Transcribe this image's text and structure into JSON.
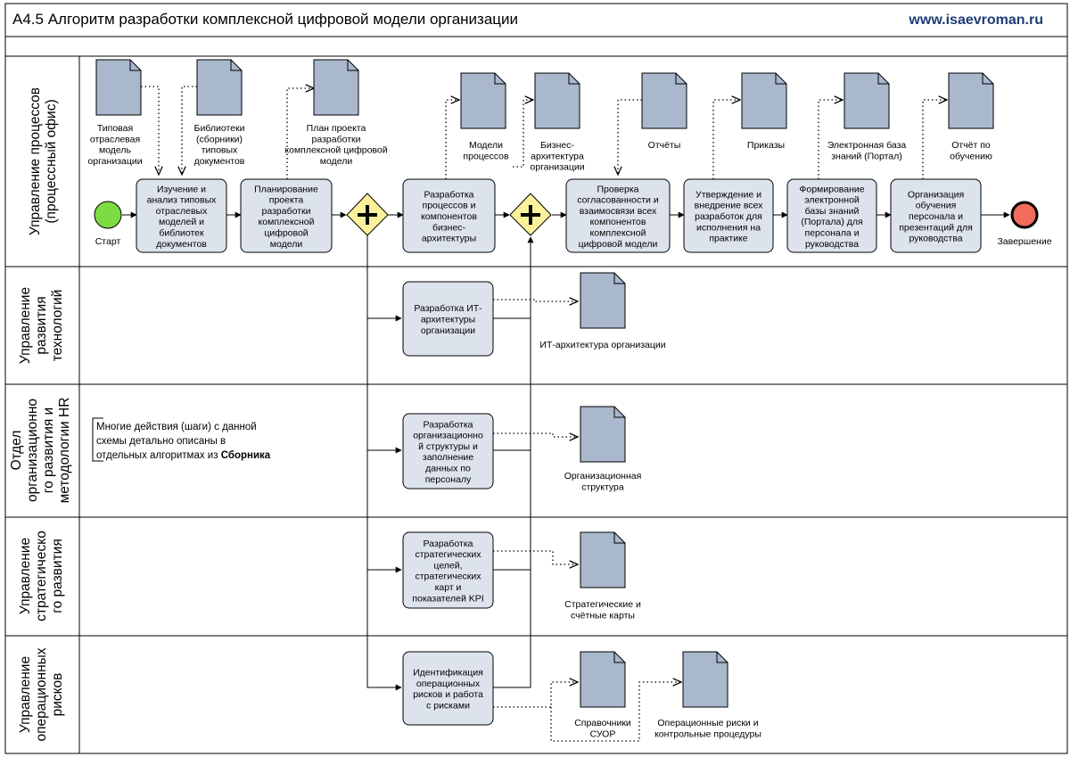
{
  "header": {
    "title": "А4.5 Алгоритм разработки комплексной цифровой модели организации",
    "site": "www.isaevroman.ru",
    "site_color": "#1f3b73"
  },
  "lanes": [
    {
      "id": "l0",
      "label_lines": [
        "Управление процессов",
        "(процессный офис)"
      ]
    },
    {
      "id": "l1",
      "label_lines": [
        "Управление",
        "развития",
        "технологий"
      ]
    },
    {
      "id": "l2",
      "label_lines": [
        "Отдел",
        "организационно",
        "го развития и",
        "методологии HR"
      ]
    },
    {
      "id": "l3",
      "label_lines": [
        "Управление",
        "стратегическо",
        "го развития"
      ]
    },
    {
      "id": "l4",
      "label_lines": [
        "Управление",
        "операционных",
        "рисков"
      ]
    }
  ],
  "events": {
    "start": {
      "label": "Старт",
      "color": "#7ddb44"
    },
    "end": {
      "label": "Завершение",
      "color": "#f26b5b"
    }
  },
  "tasks": [
    {
      "id": "t1",
      "lines": [
        "Изучение и",
        "анализ типовых",
        "отраслевых",
        "моделей и",
        "библиотек",
        "документов"
      ]
    },
    {
      "id": "t2",
      "lines": [
        "Планирование",
        "проекта",
        "разработки",
        "комплексной",
        "цифровой",
        "модели"
      ]
    },
    {
      "id": "t3",
      "lines": [
        "Разработка",
        "процессов и",
        "компонентов",
        "бизнес-",
        "архитектуры"
      ]
    },
    {
      "id": "t4",
      "lines": [
        "Проверка",
        "согласованности и",
        "взаимосвязи всех",
        "компонентов",
        "комплексной",
        "цифровой модели"
      ]
    },
    {
      "id": "t5",
      "lines": [
        "Утверждение и",
        "внедрение всех",
        "разработок для",
        "исполнения на",
        "практике"
      ]
    },
    {
      "id": "t6",
      "lines": [
        "Формирование",
        "электронной",
        "базы знаний",
        "(Портала) для",
        "персонала и",
        "руководства"
      ]
    },
    {
      "id": "t7",
      "lines": [
        "Организация",
        "обучения",
        "персонала и",
        "презентаций для",
        "руководства"
      ]
    },
    {
      "id": "t8",
      "lines": [
        "Разработка ИТ-",
        "архитектуры",
        "организации"
      ]
    },
    {
      "id": "t9",
      "lines": [
        "Разработка",
        "организационно",
        "й структуры и",
        "заполнение",
        "данных по",
        "персоналу"
      ]
    },
    {
      "id": "t10",
      "lines": [
        "Разработка",
        "стратегических",
        "целей,",
        "стратегических",
        "карт и",
        "показателей KPI"
      ]
    },
    {
      "id": "t11",
      "lines": [
        "Идентификация",
        "операционных",
        "рисков и работа",
        "с рисками"
      ]
    }
  ],
  "documents": [
    {
      "id": "d1",
      "lines": [
        "Типовая",
        "отраслевая",
        "модель",
        "организации"
      ]
    },
    {
      "id": "d2",
      "lines": [
        "Библиотеки",
        "(сборники)",
        "типовых",
        "документов"
      ]
    },
    {
      "id": "d3",
      "lines": [
        "План проекта",
        "разработки",
        "комплексной цифровой",
        "модели"
      ]
    },
    {
      "id": "d4",
      "lines": [
        "Модели",
        "процессов"
      ]
    },
    {
      "id": "d5",
      "lines": [
        "Бизнес-",
        "архитектура",
        "организации"
      ]
    },
    {
      "id": "d6",
      "lines": [
        "Отчёты"
      ]
    },
    {
      "id": "d7",
      "lines": [
        "Приказы"
      ]
    },
    {
      "id": "d8",
      "lines": [
        "Электронная база",
        "знаний (Портал)"
      ]
    },
    {
      "id": "d9",
      "lines": [
        "Отчёт по",
        "обучению"
      ]
    },
    {
      "id": "d10",
      "lines": [
        "ИТ-архитектура организации"
      ]
    },
    {
      "id": "d11",
      "lines": [
        "Организационная",
        "структура"
      ]
    },
    {
      "id": "d12",
      "lines": [
        "Стратегические и",
        "счётные карты"
      ]
    },
    {
      "id": "d13",
      "lines": [
        "Справочники",
        "СУОР"
      ]
    },
    {
      "id": "d14",
      "lines": [
        "Операционные риски и",
        "контрольные процедуры"
      ]
    }
  ],
  "annotation": {
    "lines": [
      "Многие действия (шаги) с данной",
      "схемы детально описаны в",
      "отдельных алгоритмах из "
    ],
    "bold": "Сборника"
  },
  "colors": {
    "task_fill": "#dde3ec",
    "doc_fill": "#a9b8cc",
    "gateway_fill": "#fdf29c",
    "border": "#000000"
  }
}
